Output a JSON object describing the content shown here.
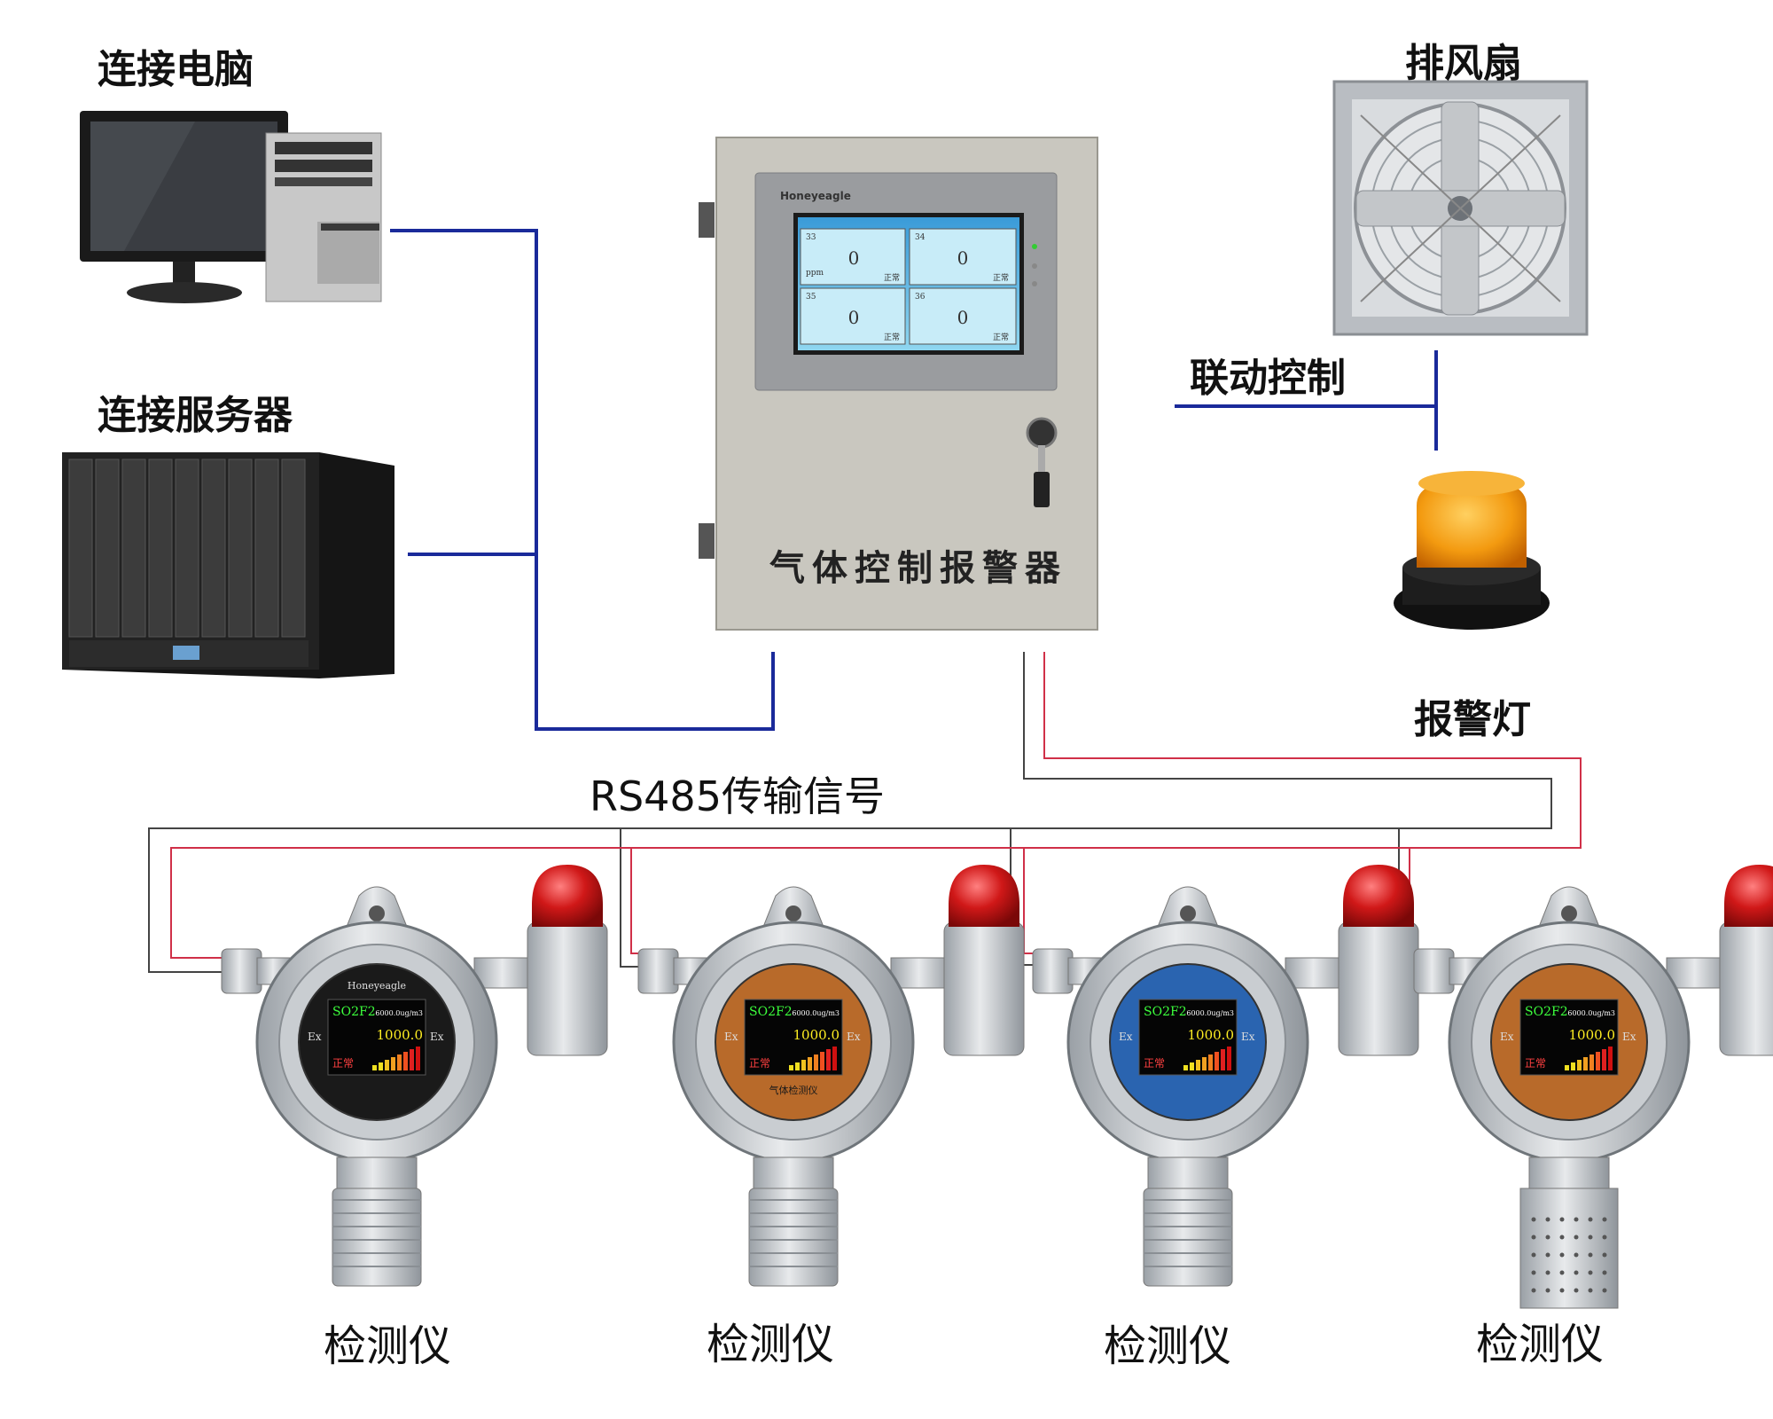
{
  "labels": {
    "computer": "连接电脑",
    "server": "连接服务器",
    "fan": "排风扇",
    "linkage": "联动控制",
    "alarm_light": "报警灯",
    "rs485": "RS485传输信号",
    "controller": "气体控制报警器",
    "detector": "检测仪"
  },
  "controller_screen": {
    "brand": "Honeyeagle",
    "cells": [
      {
        "channel": "33",
        "value": "0",
        "unit": "ppm",
        "status": "正常"
      },
      {
        "channel": "34",
        "value": "0",
        "unit": "",
        "status": "正常"
      },
      {
        "channel": "35",
        "value": "0",
        "unit": "",
        "status": "正常"
      },
      {
        "channel": "36",
        "value": "0",
        "unit": "",
        "status": "正常"
      }
    ]
  },
  "detectors": [
    {
      "gas": "SO2F2",
      "range": "6000.0ug/m3",
      "reading": "1000.0",
      "status": "正常",
      "face_color": "#1a1a1a",
      "brand": "Honeyeagle"
    },
    {
      "gas": "SO2F2",
      "range": "6000.0ug/m3",
      "reading": "1000.0",
      "status": "正常",
      "face_color": "#b86a2a",
      "name": "气体检测仪"
    },
    {
      "gas": "SO2F2",
      "range": "6000.0ug/m3",
      "reading": "1000.0",
      "status": "正常",
      "face_color": "#2a64b0"
    },
    {
      "gas": "SO2F2",
      "range": "6000.0ug/m3",
      "reading": "1000.0",
      "status": "正常",
      "face_color": "#b86a2a"
    }
  ],
  "colors": {
    "bus_blue": "#1a2a9a",
    "signal_red": "#d03048",
    "signal_gray": "#444444",
    "cabinet": "#c9c7bf"
  }
}
